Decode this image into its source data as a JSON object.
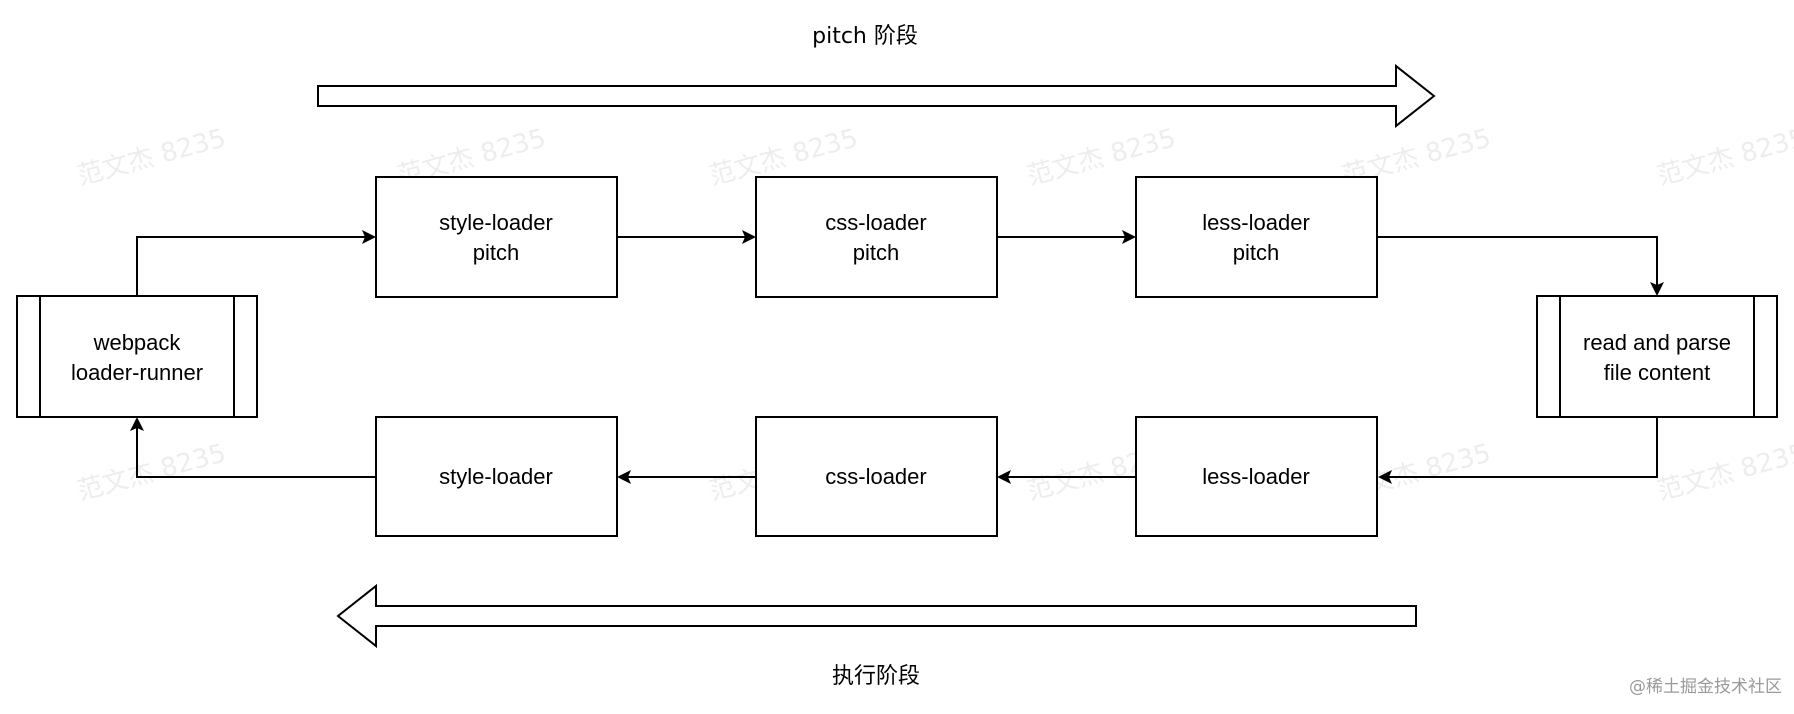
{
  "phases": {
    "pitch_label": "pitch 阶段",
    "execute_label": "执行阶段"
  },
  "nodes": {
    "webpack": [
      "webpack",
      "loader-runner"
    ],
    "style_pitch": [
      "style-loader",
      "pitch"
    ],
    "css_pitch": [
      "css-loader",
      "pitch"
    ],
    "less_pitch": [
      "less-loader",
      "pitch"
    ],
    "read_parse": [
      "read and parse",
      "file content"
    ],
    "less_loader": [
      "less-loader"
    ],
    "css_loader": [
      "css-loader"
    ],
    "style_loader": [
      "style-loader"
    ]
  },
  "watermark": "范文杰 8235",
  "credit": "@稀土掘金技术社区",
  "colors": {
    "stroke": "#000000",
    "fill": "#ffffff"
  }
}
